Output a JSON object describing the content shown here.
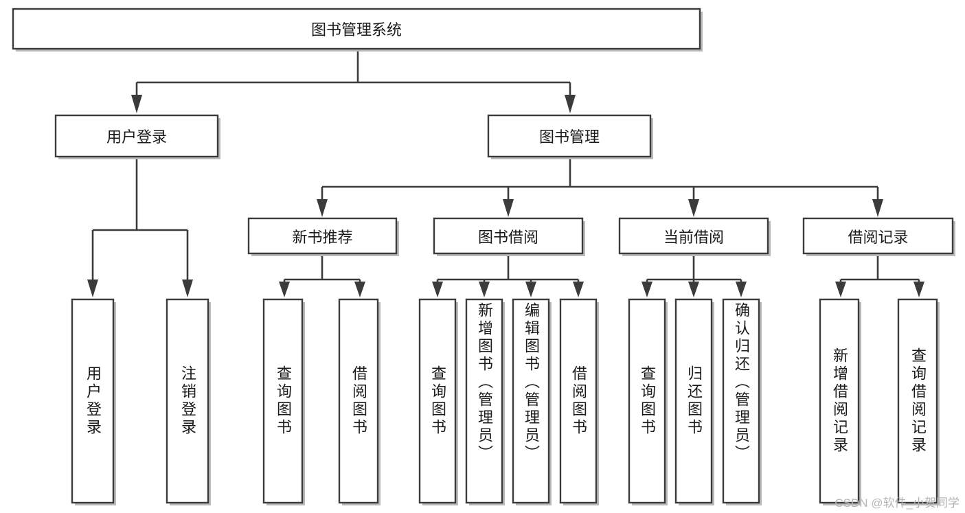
{
  "diagram": {
    "type": "tree-hierarchy",
    "title": "图书管理系统",
    "watermark": "CSDN @软件_小贺同学",
    "colors": {
      "box_stroke": "#3b3b3b",
      "box_fill": "#ffffff",
      "connector": "#3b3b3b",
      "text": "#1a1a1a",
      "watermark": "#b6b6b6",
      "background": "#ffffff"
    },
    "levels": [
      {
        "level": 1,
        "nodes": [
          {
            "id": "root",
            "label": "图书管理系统",
            "orientation": "horizontal"
          }
        ]
      },
      {
        "level": 2,
        "nodes": [
          {
            "id": "user-login",
            "label": "用户登录",
            "orientation": "horizontal",
            "parent": "root"
          },
          {
            "id": "book-manage",
            "label": "图书管理",
            "orientation": "horizontal",
            "parent": "root"
          }
        ]
      },
      {
        "level": 3,
        "nodes": [
          {
            "id": "new-book-rec",
            "label": "新书推荐",
            "orientation": "horizontal",
            "parent": "book-manage"
          },
          {
            "id": "book-borrow",
            "label": "图书借阅",
            "orientation": "horizontal",
            "parent": "book-manage"
          },
          {
            "id": "current-borrow",
            "label": "当前借阅",
            "orientation": "horizontal",
            "parent": "book-manage"
          },
          {
            "id": "borrow-record",
            "label": "借阅记录",
            "orientation": "horizontal",
            "parent": "book-manage"
          }
        ]
      },
      {
        "level": 4,
        "nodes": [
          {
            "id": "leaf-user-login",
            "label": "用户登录",
            "orientation": "vertical",
            "parent": "user-login"
          },
          {
            "id": "leaf-logout",
            "label": "注销登录",
            "orientation": "vertical",
            "parent": "user-login"
          },
          {
            "id": "leaf-query-book-1",
            "label": "查询图书",
            "orientation": "vertical",
            "parent": "new-book-rec"
          },
          {
            "id": "leaf-borrow-book-1",
            "label": "借阅图书",
            "orientation": "vertical",
            "parent": "new-book-rec"
          },
          {
            "id": "leaf-query-book-2",
            "label": "查询图书",
            "orientation": "vertical",
            "parent": "book-borrow"
          },
          {
            "id": "leaf-add-book",
            "label": "新增图书（管理员）",
            "orientation": "vertical",
            "parent": "book-borrow"
          },
          {
            "id": "leaf-edit-book",
            "label": "编辑图书（管理员）",
            "orientation": "vertical",
            "parent": "book-borrow"
          },
          {
            "id": "leaf-borrow-book-2",
            "label": "借阅图书",
            "orientation": "vertical",
            "parent": "book-borrow"
          },
          {
            "id": "leaf-query-book-3",
            "label": "查询图书",
            "orientation": "vertical",
            "parent": "current-borrow"
          },
          {
            "id": "leaf-return-book",
            "label": "归还图书",
            "orientation": "vertical",
            "parent": "current-borrow"
          },
          {
            "id": "leaf-confirm-return",
            "label": "确认归还（管理员）",
            "orientation": "vertical",
            "parent": "current-borrow"
          },
          {
            "id": "leaf-add-record",
            "label": "新增借阅记录",
            "orientation": "vertical",
            "parent": "borrow-record"
          },
          {
            "id": "leaf-query-record",
            "label": "查询借阅记录",
            "orientation": "vertical",
            "parent": "borrow-record"
          }
        ]
      }
    ]
  }
}
